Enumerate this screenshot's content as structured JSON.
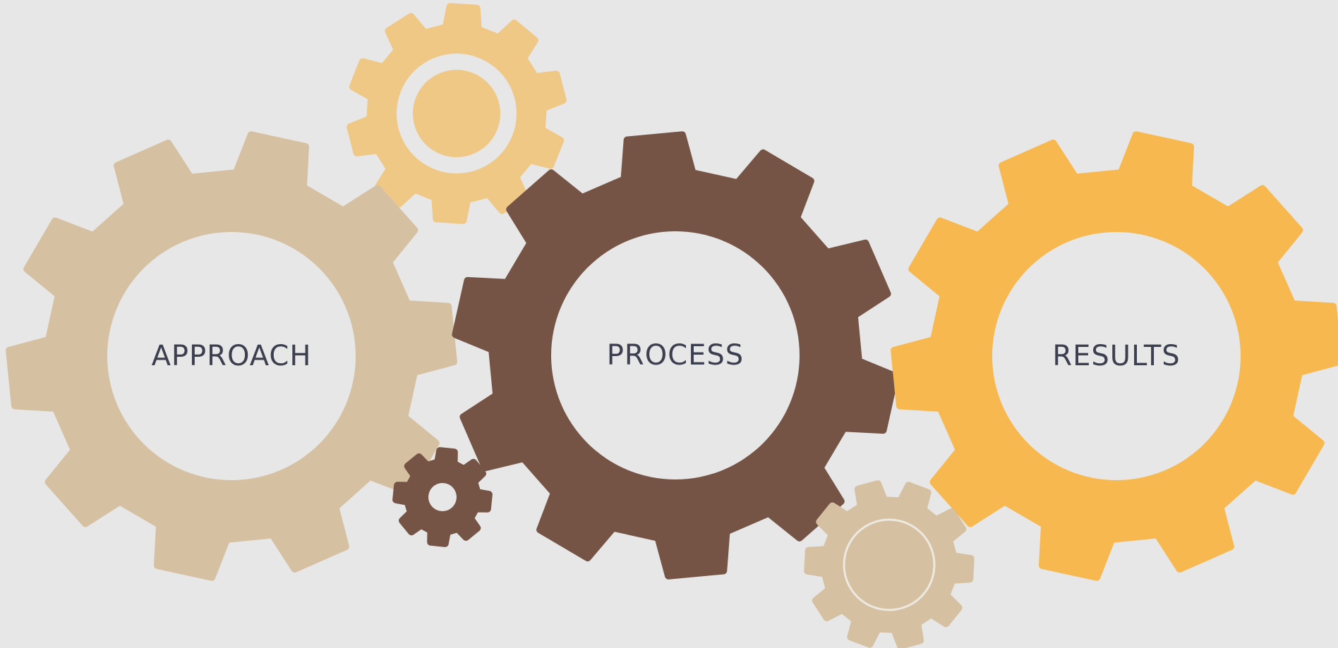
{
  "colors": {
    "background": "#e7e7e7",
    "approach_gear": "#d5c1a1",
    "process_gear": "#755445",
    "results_gear": "#f6b84f",
    "small_top_gear": "#f0c886",
    "small_bottom_gear": "#d5c1a1",
    "tiny_gear": "#755445",
    "label_text": "#3c3f4f",
    "hole": "#e7e7e7"
  },
  "gears": {
    "approach": {
      "label": "APPROACH"
    },
    "process": {
      "label": "PROCESS"
    },
    "results": {
      "label": "RESULTS"
    }
  }
}
